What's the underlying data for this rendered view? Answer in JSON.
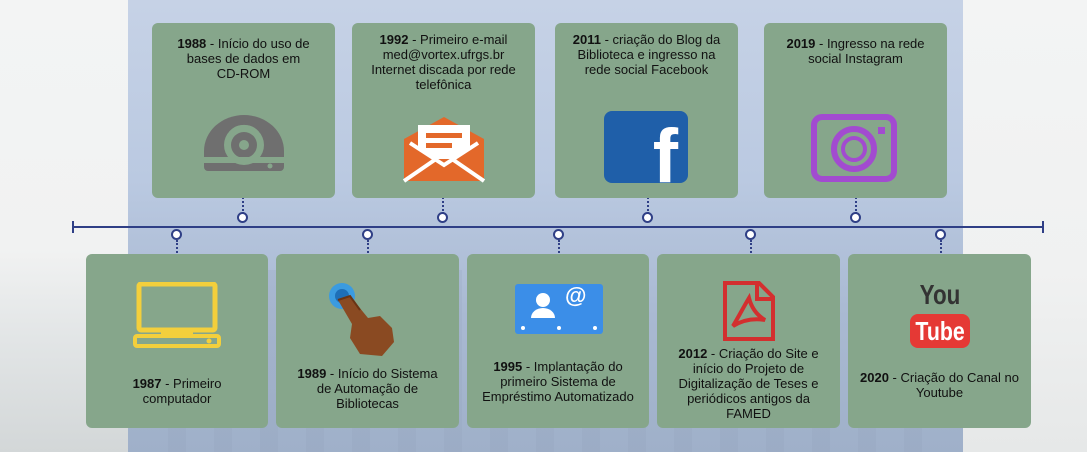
{
  "timeline": {
    "top": [
      {
        "year": "1988",
        "text": " - Início do uso de bases de dados em CD-ROM",
        "icon": "cd-drive-icon"
      },
      {
        "year": "1992",
        "text": " - Primeiro e-mail med@vortex.ufrgs.br Internet discada por rede telefônica",
        "icon": "email-envelope-icon"
      },
      {
        "year": "2011",
        "text": " - criação do Blog da Biblioteca e ingresso na rede social Facebook",
        "icon": "facebook-icon"
      },
      {
        "year": "2019",
        "text": " - Ingresso na rede social Instagram",
        "icon": "instagram-icon"
      }
    ],
    "bottom": [
      {
        "year": "1987",
        "text": " - Primeiro computador",
        "icon": "computer-icon"
      },
      {
        "year": "1989",
        "text": " - Início do Sistema de Automação de Bibliotecas",
        "icon": "pointing-hand-icon"
      },
      {
        "year": "1995",
        "text": " - Implantação do primeiro Sistema de Empréstimo Automatizado",
        "icon": "contact-card-icon"
      },
      {
        "year": "2012",
        "text": " - Criação do Site e início do Projeto de Digitalização de Teses e periódicos antigos da FAMED",
        "icon": "pdf-file-icon"
      },
      {
        "year": "2020",
        "text": " - Criação do Canal no Youtube",
        "icon": "youtube-icon"
      }
    ],
    "youtube_logo": {
      "top": "You",
      "bottom": "Tube"
    },
    "facebook_letter": "f",
    "email_at": "@"
  },
  "colors": {
    "card": "#86a68b",
    "axis": "#2f3f86",
    "panel": "#bac9e1",
    "computer": "#f3cf3c",
    "email": "#e3682a",
    "facebook": "#1f5fa9",
    "instagram": "#a24bd0",
    "pdf": "#d32f2f",
    "youtube": "#e53935"
  }
}
